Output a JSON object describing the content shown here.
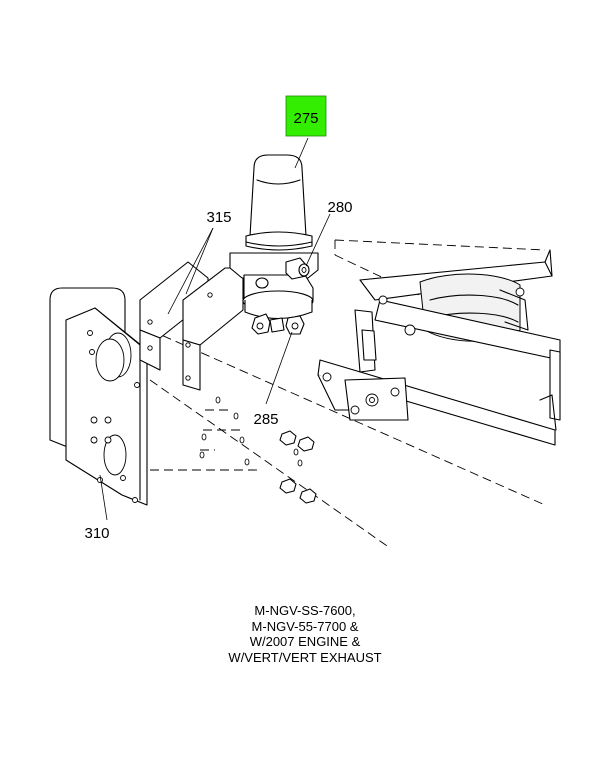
{
  "callouts": {
    "c275": "275",
    "c280": "280",
    "c285": "285",
    "c310": "310",
    "c315": "315"
  },
  "highlight_color": "#33ee00",
  "caption_lines": [
    "M-NGV-SS-7600,",
    "M-NGV-55-7700 &",
    "W/2007 ENGINE &",
    "W/VERT/VERT EXHAUST"
  ]
}
